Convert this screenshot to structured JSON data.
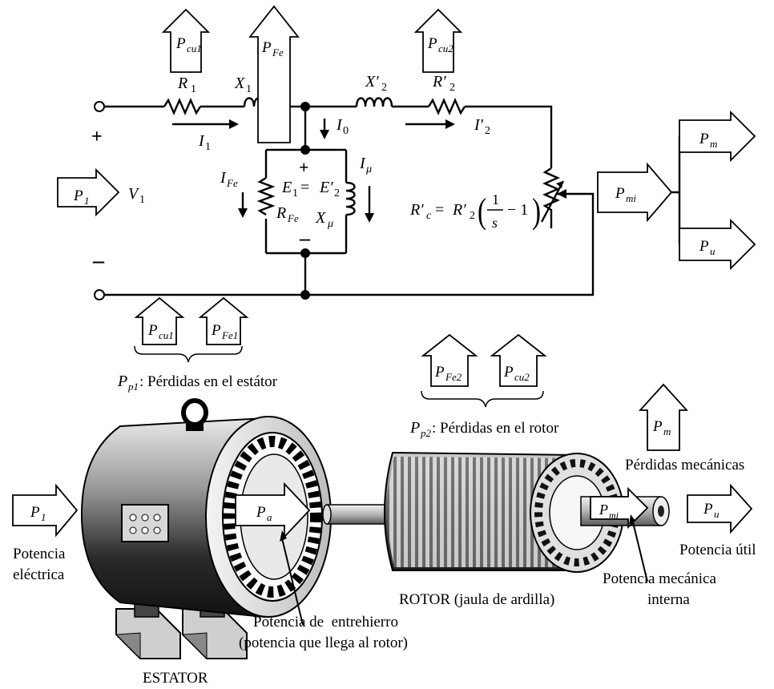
{
  "circuit": {
    "arrows": {
      "p_cu1": {
        "sym": "P",
        "sub": "cu1"
      },
      "p_fe": {
        "sym": "P",
        "sub": "Fe"
      },
      "p_cu2": {
        "sym": "P",
        "sub": "cu2"
      },
      "p_1": {
        "sym": "P",
        "sub": "1"
      },
      "p_mi": {
        "sym": "P",
        "sub": "mi"
      },
      "p_m": {
        "sym": "P",
        "sub": "m"
      },
      "p_u": {
        "sym": "P",
        "sub": "u"
      },
      "p_cu1_bottom": {
        "sym": "P",
        "sub": "cu1"
      },
      "p_fe1": {
        "sym": "P",
        "sub": "Fe1"
      }
    },
    "labels": {
      "r1": {
        "sym": "R",
        "sub": "1"
      },
      "x1": {
        "sym": "X",
        "sub": "1"
      },
      "x2": {
        "sym": "X′",
        "sub": "2"
      },
      "r2": {
        "sym": "R′",
        "sub": "2"
      },
      "i1": {
        "sym": "I",
        "sub": "1"
      },
      "i0": {
        "sym": "I",
        "sub": "0"
      },
      "i2": {
        "sym": "I′",
        "sub": "2"
      },
      "ife": {
        "sym": "I",
        "sub": "Fe"
      },
      "imu": {
        "sym": "I",
        "sub": "μ"
      },
      "v1": {
        "sym": "V",
        "sub": "1"
      },
      "rfe": {
        "sym": "R",
        "sub": "Fe"
      },
      "xmu": {
        "sym": "X",
        "sub": "μ"
      },
      "e1": {
        "lhs": "E",
        "lhs_sub": "1",
        "eq": " = ",
        "rhs": "E′",
        "rhs_sub": "2"
      },
      "rc": {
        "lhs": "R′",
        "lhs_sub": "c",
        "eq": " = ",
        "rhs": "R′",
        "rhs_sub": "2",
        "num": "1",
        "den": "s",
        "minus": "− 1"
      },
      "plus_left": "+",
      "minus_left": "–",
      "plus_mid": "+",
      "minus_mid": "–"
    }
  },
  "captions": {
    "stator_losses": {
      "sym": "P",
      "sub": "p1",
      "text": ": Pérdidas en el estátor"
    },
    "rotor_losses": {
      "sym": "P",
      "sub": "p2",
      "text": ": Pérdidas en el rotor"
    },
    "mech_losses": "Pérdidas mecánicas",
    "elec_power_1": "Potencia",
    "elec_power_2": "eléctrica",
    "useful_power": "Potencia útil",
    "internal_mech_1": "Potencia mecánica",
    "internal_mech_2": "interna",
    "airgap_1": "Potencia de  entrehierro",
    "airgap_2": "(potencia que llega al rotor)",
    "rotor": "ROTOR (jaula de ardilla)",
    "stator": "ESTATOR"
  },
  "machine_arrows": {
    "p_1": {
      "sym": "P",
      "sub": "1"
    },
    "p_a": {
      "sym": "P",
      "sub": "a"
    },
    "p_fe2": {
      "sym": "P",
      "sub": "Fe2"
    },
    "p_cu2": {
      "sym": "P",
      "sub": "cu2"
    },
    "p_m": {
      "sym": "P",
      "sub": "m"
    },
    "p_mi": {
      "sym": "P",
      "sub": "mi"
    },
    "p_u": {
      "sym": "P",
      "sub": "u"
    }
  }
}
